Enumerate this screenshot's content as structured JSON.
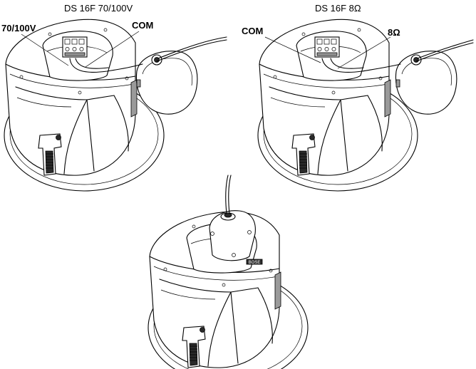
{
  "diagrams": {
    "left": {
      "title": "DS 16F 70/100V",
      "label_tap": "70/100V",
      "label_com": "COM"
    },
    "right": {
      "title": "DS 16F 8Ω",
      "label_com": "COM",
      "label_tap": "8Ω"
    },
    "bottom": {
      "logo_text": "BOSE"
    }
  },
  "icons": {
    "speaker": "ceiling-speaker-illustration",
    "cover": "terminal-cover-illustration",
    "cable": "speaker-cable"
  },
  "colors": {
    "line": "#000000",
    "background": "#ffffff",
    "shading": "#9a9a9a"
  }
}
